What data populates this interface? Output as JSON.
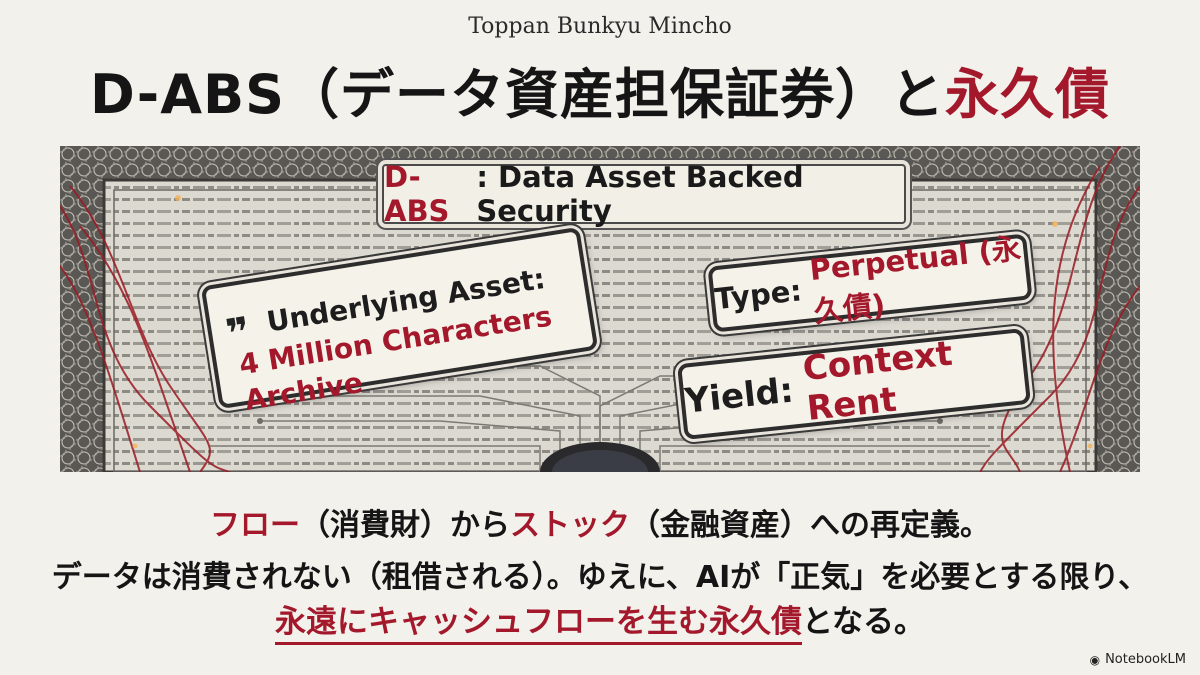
{
  "header": {
    "font_label": "Toppan Bunkyu Mincho",
    "title_main": "D-ABS（データ資産担保証券）と",
    "title_accent": "永久債"
  },
  "certificate": {
    "banner_red": "D-ABS",
    "banner_rest": ": Data Asset Backed Security",
    "asset_label": "Underlying Asset:",
    "asset_value": "4 Million Characters Archive",
    "type_label": "Type: ",
    "type_value": "Perpetual (永久債)",
    "yield_label": "Yield: ",
    "yield_value": "Context Rent"
  },
  "body": {
    "l1_a": "フロー",
    "l1_b": "（消費財）から",
    "l1_c": "ストック",
    "l1_d": "（金融資産）への再定義。",
    "l2": "データは消費されない（租借される）。ゆえに、AIが「正気」を必要とする限り、",
    "l3_a": "永遠にキャッシュフローを生む永久債",
    "l3_b": "となる。"
  },
  "brand": {
    "label": "NotebookLM"
  },
  "colors": {
    "accent": "#a3182b",
    "background": "#f3f1ec"
  }
}
